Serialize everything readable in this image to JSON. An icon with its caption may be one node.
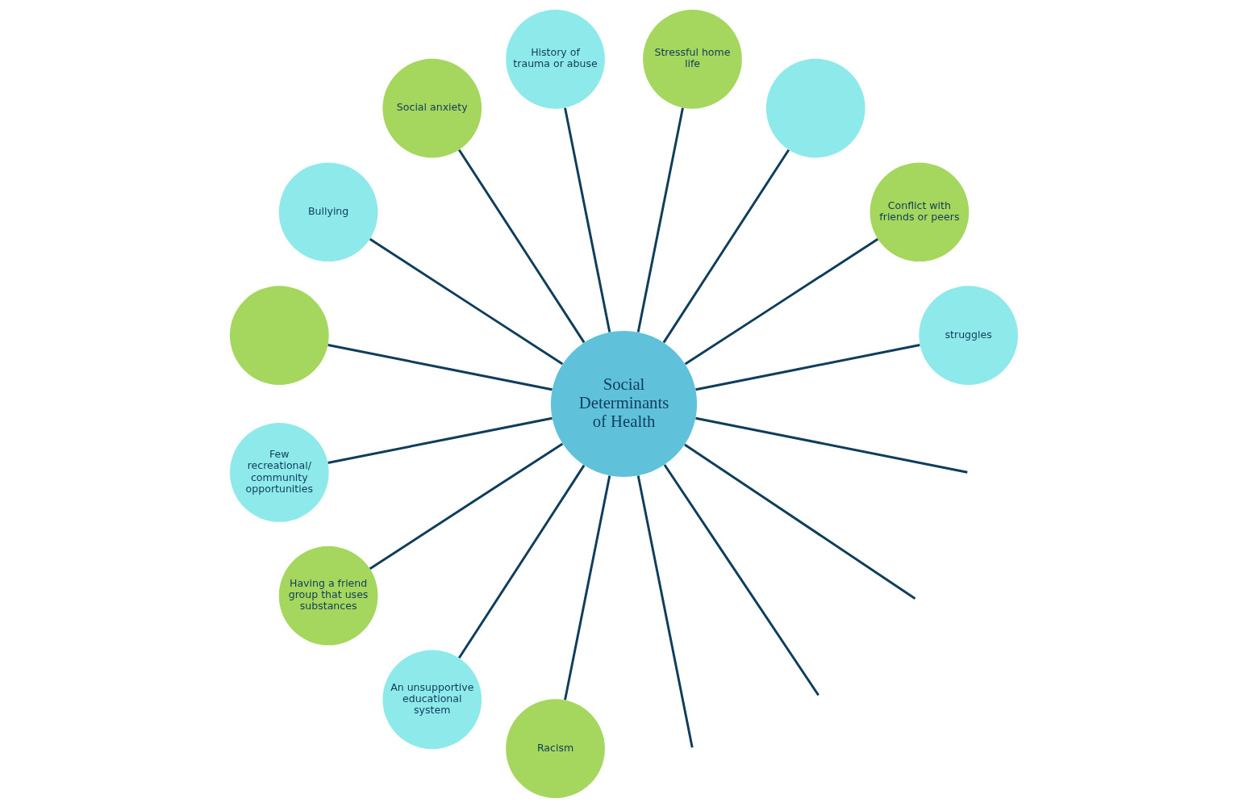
{
  "diagram": {
    "nodes": [
      {
        "text": [
          "Social Determinants of Health"
        ]
      },
      {
        "text": [
          "struggles"
        ]
      },
      {
        "text": [
          "Conflict with friends or peers"
        ]
      },
      {
        "text": [],
        "shape": "circle"
      },
      {
        "text": [
          "Stressful home life"
        ]
      },
      {
        "text": [
          "History of trauma or abuse"
        ]
      },
      {
        "text": [
          "Social anxiety"
        ]
      },
      {
        "text": [
          "Bullying"
        ]
      },
      {
        "text": [],
        "shape": "circle"
      },
      {
        "text": [
          "Few recreational/ community opportunities"
        ]
      },
      {
        "text": [
          "Having a friend group that uses substances"
        ]
      },
      {
        "text": [
          "An unsupportive educational system"
        ]
      },
      {
        "text": [
          "Racism"
        ]
      }
    ],
    "edges": [
      {
        "from": 0,
        "to": 1,
        "arrow": "none"
      },
      {
        "from": 0,
        "to": null,
        "arrow": "none"
      },
      {
        "from": 0,
        "to": 2,
        "arrow": "none"
      },
      {
        "from": 0,
        "to": 3,
        "arrow": "none"
      },
      {
        "from": 0,
        "to": 4,
        "arrow": "none"
      },
      {
        "from": 0,
        "to": 5,
        "arrow": "none"
      },
      {
        "from": 0,
        "to": 6,
        "arrow": "none"
      },
      {
        "from": 0,
        "to": 7,
        "arrow": "none"
      },
      {
        "from": 0,
        "to": null,
        "arrow": "none"
      },
      {
        "from": 0,
        "to": 8,
        "arrow": "none"
      },
      {
        "from": 0,
        "to": null,
        "arrow": "none"
      },
      {
        "from": 0,
        "to": 9,
        "arrow": "none"
      },
      {
        "from": 0,
        "to": 10,
        "arrow": "none"
      },
      {
        "from": 0,
        "to": 11,
        "arrow": "none"
      },
      {
        "from": 0,
        "to": 12,
        "arrow": "none"
      },
      {
        "from": 0,
        "to": null,
        "arrow": "none"
      }
    ]
  }
}
